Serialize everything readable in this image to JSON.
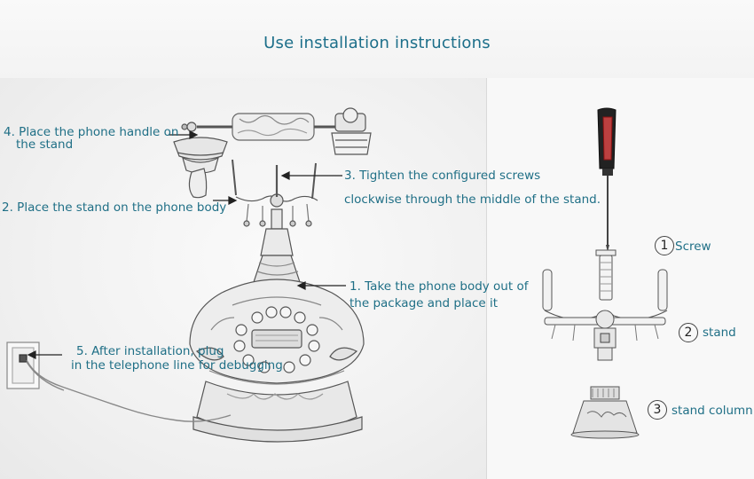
{
  "title": "Use installation instructions",
  "steps": {
    "step4_line1": "4. Place the phone handle on",
    "step4_line2": "the stand",
    "step2": "2. Place the stand on the phone body",
    "step3_line1": "3. Tighten the configured screws",
    "step3_line2": "clockwise through the middle of the stand.",
    "step1_line1": "1. Take the phone body out of",
    "step1_line2": "the package and place it",
    "step5_line1": "5. After installation, plug",
    "step5_line2": "in the telephone line for debugging"
  },
  "parts": [
    {
      "num": "1",
      "label": "Screw"
    },
    {
      "num": "2",
      "label": "stand"
    },
    {
      "num": "3",
      "label": "stand column"
    }
  ]
}
